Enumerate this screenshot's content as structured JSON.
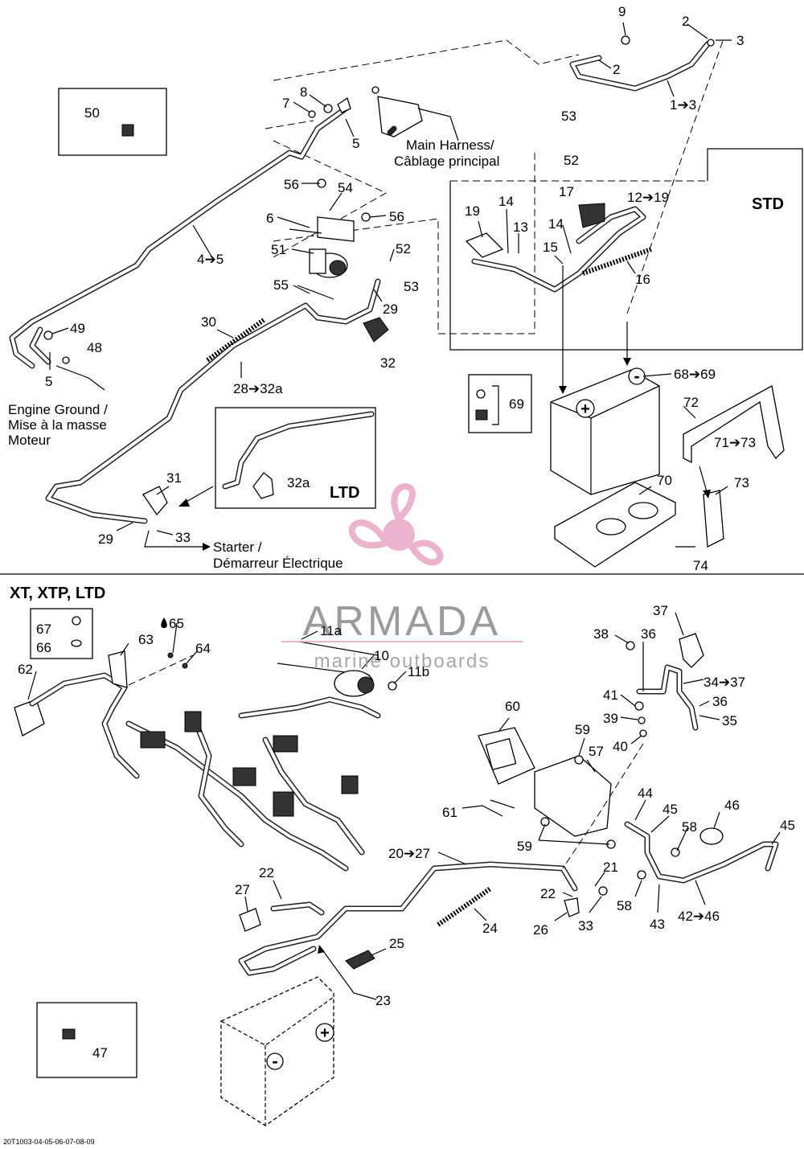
{
  "labels": {
    "n9": "9",
    "n2a": "2",
    "n3": "3",
    "n2b": "2",
    "n1to3": "1➔3",
    "n8": "8",
    "n7": "7",
    "n5a": "5",
    "n50": "50",
    "main_harness_1": "Main Harness/",
    "main_harness_2": "Câblage principal",
    "n53a": "53",
    "n52a": "52",
    "std": "STD",
    "n56a": "56",
    "n54": "54",
    "n6": "6",
    "n56b": "56",
    "n17": "17",
    "n12to19": "12➔19",
    "n19": "19",
    "n14a": "14",
    "n13": "13",
    "n14b": "14",
    "n15": "15",
    "n16": "16",
    "n51": "51",
    "n52b": "52",
    "n53b": "53",
    "n55": "55",
    "n29a": "29",
    "n4to5": "4➔5",
    "n49": "49",
    "n48": "48",
    "n5b": "5",
    "n30": "30",
    "n32": "32",
    "n28to32a": "28➔32a",
    "engine_ground_1": "Engine Ground /",
    "engine_ground_2": "Mise à la masse",
    "engine_ground_3": "Moteur",
    "n68to69": "68➔69",
    "n69": "69",
    "n72": "72",
    "n71to73": "71➔73",
    "n31": "31",
    "n32a": "32a",
    "ltd": "LTD",
    "n70": "70",
    "n73": "73",
    "n29b": "29",
    "n33a": "33",
    "starter_1": "Starter /",
    "starter_2": "Démarreur Électrique",
    "n74": "74",
    "section2": "XT, XTP, LTD",
    "n67": "67",
    "n66": "66",
    "n65": "65",
    "n63": "63",
    "n64": "64",
    "n62": "62",
    "n11a": "11a",
    "n10": "10",
    "n11b": "11b",
    "n37": "37",
    "n38": "38",
    "n36a": "36",
    "n34to37": "34➔37",
    "n36b": "36",
    "n35": "35",
    "n41": "41",
    "n39": "39",
    "n40": "40",
    "n60": "60",
    "n59a": "59",
    "n57": "57",
    "n44": "44",
    "n45a": "45",
    "n46": "46",
    "n45b": "45",
    "n58a": "58",
    "n61": "61",
    "n59b": "59",
    "n20to27": "20➔27",
    "n21": "21",
    "n22a": "22",
    "n27": "27",
    "n22b": "22",
    "n58b": "58",
    "n43": "43",
    "n42to46": "42➔46",
    "n24": "24",
    "n26": "26",
    "n33b": "33",
    "n25": "25",
    "n23": "23",
    "n47": "47",
    "footer": "20T1003-04-05-06-07-08-09"
  },
  "watermark": {
    "title": "ARMADA",
    "subtitle": "marine outboards",
    "color": "#e8a6c4"
  },
  "symbols": {
    "plus": "+",
    "minus": "-",
    "oil_drop_icon": "oil-drop"
  }
}
